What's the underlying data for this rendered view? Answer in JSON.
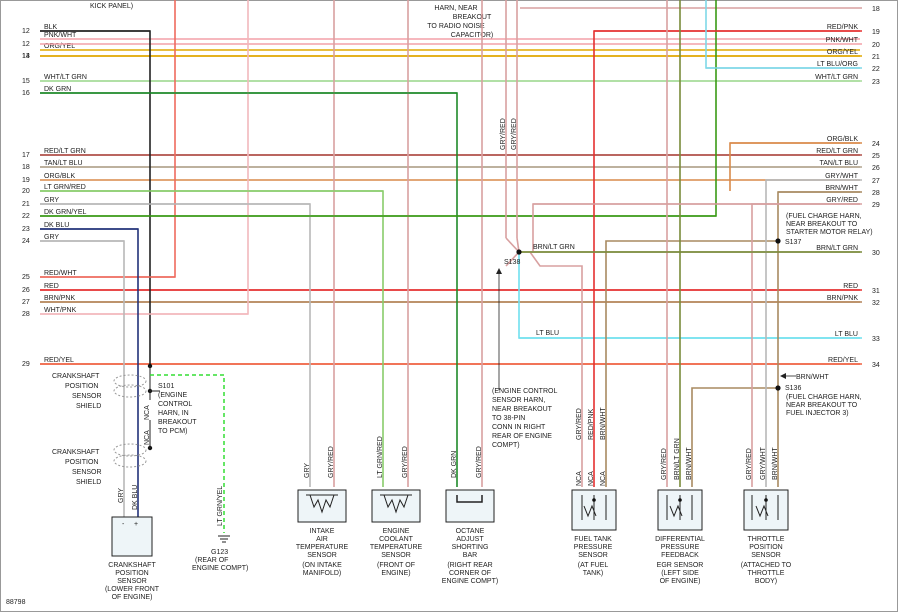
{
  "colors": {
    "black": "#222222",
    "pink": "#f4a0a8",
    "orange_yel": "#e0a800",
    "lt_blu_org": "#7fd8e8",
    "lt_grn_wht": "#a6dc9a",
    "dk_grn": "#1f8a2a",
    "red_lt_grn": "#b0504a",
    "tan_lt_blu": "#b4a690",
    "org_blk": "#d98a4a",
    "lt_grn_red": "#88cc6a",
    "gry": "#b8b8b8",
    "dk_grn_yel": "#3a9a16",
    "dk_blu": "#22327a",
    "red_wht": "#ee6b5e",
    "red": "#e53030",
    "brn_pnk": "#b48458",
    "wht_pnk": "#f2b8bc",
    "red_yel": "#ef6040",
    "lt_blu": "#6fe0ee",
    "gry_red": "#d8a0a0",
    "brn_wht": "#a88a60",
    "brn_lt_grn": "#7a8a3a",
    "green_dash": "#33dd33"
  },
  "top_notes": {
    "kick_panel": "KICK PANEL)",
    "harn_note": [
      "HARN, NEAR",
      "BREAKOUT",
      "TO RADIO NOISE",
      "CAPACITOR)"
    ]
  },
  "left_wires": [
    {
      "pin": "12",
      "label": "BLK"
    },
    {
      "pin": "12",
      "label": "PNK/WHT"
    },
    {
      "pin": "13",
      "label": "ORG/YEL"
    },
    {
      "pin": "14",
      "label": ""
    },
    {
      "pin": "15",
      "label": "WHT/LT GRN"
    },
    {
      "pin": "16",
      "label": "DK GRN"
    },
    {
      "pin": "17",
      "label": "RED/LT GRN"
    },
    {
      "pin": "18",
      "label": "TAN/LT BLU"
    },
    {
      "pin": "19",
      "label": "ORG/BLK"
    },
    {
      "pin": "20",
      "label": "LT GRN/RED"
    },
    {
      "pin": "21",
      "label": "GRY"
    },
    {
      "pin": "22",
      "label": "DK GRN/YEL"
    },
    {
      "pin": "23",
      "label": "DK BLU"
    },
    {
      "pin": "24",
      "label": "GRY"
    },
    {
      "pin": "25",
      "label": "RED/WHT"
    },
    {
      "pin": "26",
      "label": "RED"
    },
    {
      "pin": "27",
      "label": "BRN/PNK"
    },
    {
      "pin": "28",
      "label": "WHT/PNK"
    },
    {
      "pin": "29",
      "label": "RED/YEL"
    }
  ],
  "right_wires": [
    {
      "pin": "18",
      "label": ""
    },
    {
      "pin": "19",
      "label": "RED/PNK"
    },
    {
      "pin": "20",
      "label": "PNK/WHT"
    },
    {
      "pin": "21",
      "label": "ORG/YEL"
    },
    {
      "pin": "22",
      "label": "LT BLU/ORG"
    },
    {
      "pin": "23",
      "label": "WHT/LT GRN"
    },
    {
      "pin": "24",
      "label": "ORG/BLK"
    },
    {
      "pin": "25",
      "label": "RED/LT GRN"
    },
    {
      "pin": "26",
      "label": "TAN/LT BLU"
    },
    {
      "pin": "27",
      "label": "GRY/WHT"
    },
    {
      "pin": "28",
      "label": "BRN/WHT"
    },
    {
      "pin": "29",
      "label": "GRY/RED"
    },
    {
      "pin": "30",
      "label": "BRN/LT GRN"
    },
    {
      "pin": "31",
      "label": "RED"
    },
    {
      "pin": "32",
      "label": "BRN/PNK"
    },
    {
      "pin": "33",
      "label": "LT BLU"
    },
    {
      "pin": "34",
      "label": "RED/YEL"
    }
  ],
  "splices": {
    "s137": {
      "name": "S137",
      "note": [
        "(FUEL CHARGE HARN,",
        "NEAR BREAKOUT TO",
        "STARTER MOTOR RELAY)"
      ]
    },
    "s136": {
      "name": "S136",
      "note": [
        "(FUEL CHARGE HARN,",
        "NEAR BREAKOUT TO",
        "FUEL INJECTOR 3)"
      ]
    },
    "s138": {
      "name": "S138",
      "note": [
        "(ENGINE CONTROL",
        "SENSOR HARN,",
        "NEAR BREAKOUT",
        "TO 38-PIN",
        "CONN IN RIGHT",
        "REAR OF ENGINE",
        "COMPT)"
      ]
    },
    "s101": {
      "name": "S101",
      "note": [
        "(ENGINE",
        "CONTROL",
        "HARN, IN",
        "BREAKOUT",
        "TO PCM)"
      ]
    }
  },
  "splice_wire_labels": {
    "s138_branch": "BRN/LT GRN",
    "s136_branch": "BRN/WHT",
    "s138_up1": "GRY/RED",
    "s138_up2": "GRY/RED",
    "s138_lt_blu": "LT BLU"
  },
  "shields": {
    "top": [
      "CRANKSHAFT",
      "POSITION",
      "SENSOR",
      "SHIELD"
    ],
    "bottom": [
      "CRANKSHAFT",
      "POSITION",
      "SENSOR",
      "SHIELD"
    ],
    "nca": "NCA"
  },
  "ground": {
    "wire": "LT GRN/YEL",
    "name": "G123",
    "note": "(REAR OF ENGINE COMPT)",
    "note_lines": [
      "(REAR OF",
      "ENGINE COMPT)"
    ]
  },
  "components": [
    {
      "id": "ckp",
      "wires": [
        "GRY",
        "DK BLU"
      ],
      "pins": [
        "-",
        "+"
      ],
      "label": [
        "CRANKSHAFT",
        "POSITION",
        "SENSOR",
        "(LOWER FRONT",
        "OF ENGINE)"
      ]
    },
    {
      "id": "iat",
      "wires": [
        "GRY",
        "GRY/RED"
      ],
      "label": [
        "INTAKE",
        "AIR",
        "TEMPERATURE",
        "SENSOR",
        "(ON INTAKE",
        "MANIFOLD)"
      ]
    },
    {
      "id": "ect",
      "wires": [
        "LT GRN/RED",
        "GRY/RED"
      ],
      "label": [
        "ENGINE",
        "COOLANT",
        "TEMPERATURE",
        "SENSOR",
        "(FRONT OF",
        "ENGINE)"
      ]
    },
    {
      "id": "oct",
      "wires": [
        "DK GRN",
        "GRY/RED"
      ],
      "label": [
        "OCTANE",
        "ADJUST",
        "SHORTING",
        "BAR",
        "(RIGHT REAR",
        "CORNER OF",
        "ENGINE COMPT)"
      ]
    },
    {
      "id": "ftp",
      "wires": [
        "NCA",
        "NCA",
        "NCA"
      ],
      "wires_top": [
        "GRY/RED",
        "RED/PNK",
        "BRN/WHT"
      ],
      "label": [
        "FUEL TANK",
        "PRESSURE",
        "SENSOR",
        "(AT FUEL",
        "TANK)"
      ]
    },
    {
      "id": "dpfe",
      "wires": [
        "GRY/RED",
        "BRN/LT GRN",
        "BRN/WHT"
      ],
      "label": [
        "DIFFERENTIAL",
        "PRESSURE",
        "FEEDBACK",
        "EGR SENSOR",
        "(LEFT SIDE",
        "OF ENGINE)"
      ]
    },
    {
      "id": "tps",
      "wires": [
        "GRY/RED",
        "GRY/WHT",
        "BRN/WHT"
      ],
      "label": [
        "THROTTLE",
        "POSITION",
        "SENSOR",
        "(ATTACHED TO",
        "THROTTLE",
        "BODY)"
      ]
    }
  ],
  "figure_id": "88798"
}
